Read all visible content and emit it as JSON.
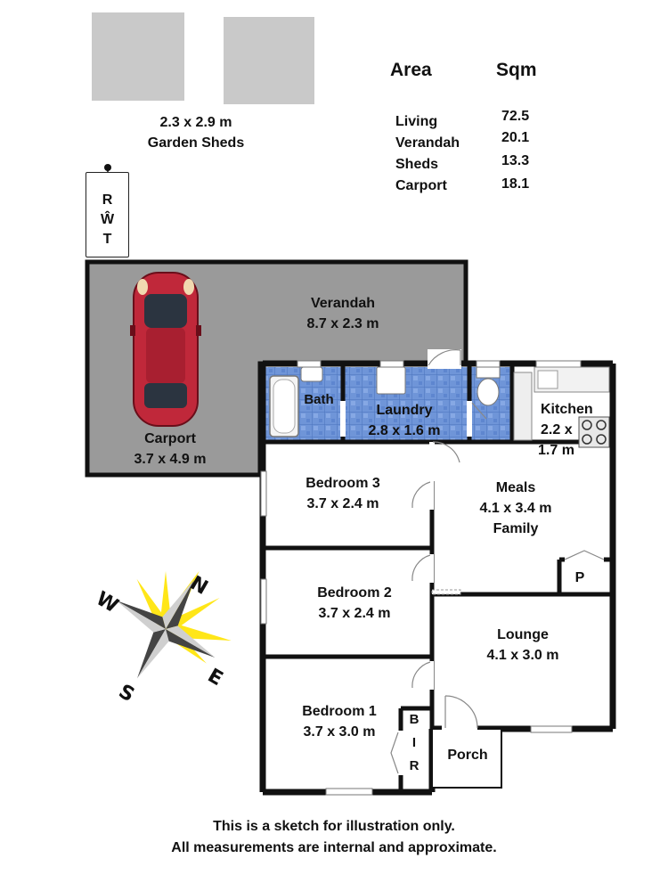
{
  "sheds": {
    "size": "2.3 x 2.9 m",
    "label": "Garden Sheds"
  },
  "area_table": {
    "header_area": "Area",
    "header_sqm": "Sqm",
    "rows": [
      {
        "name": "Living",
        "sqm": "72.5"
      },
      {
        "name": "Verandah",
        "sqm": "20.1"
      },
      {
        "name": "Sheds",
        "sqm": "13.3"
      },
      {
        "name": "Carport",
        "sqm": "18.1"
      }
    ]
  },
  "rwt": {
    "l1": "R",
    "l2": "Ŵ",
    "l3": "T"
  },
  "rooms": {
    "verandah": {
      "name": "Verandah",
      "size": "8.7 x 2.3 m"
    },
    "carport": {
      "name": "Carport",
      "size": "3.7 x 4.9 m"
    },
    "bath": {
      "name": "Bath"
    },
    "laundry": {
      "name": "Laundry",
      "size": "2.8 x 1.6 m"
    },
    "kitchen": {
      "name": "Kitchen",
      "size_a": "2.2 x",
      "size_b": "1.7 m"
    },
    "bedroom3": {
      "name": "Bedroom 3",
      "size": "3.7 x 2.4 m"
    },
    "meals": {
      "name": "Meals",
      "size": "4.1 x 3.4 m",
      "sub": "Family"
    },
    "pantry": {
      "name": "P"
    },
    "bedroom2": {
      "name": "Bedroom 2",
      "size": "3.7 x 2.4 m"
    },
    "lounge": {
      "name": "Lounge",
      "size": "4.1 x 3.0 m"
    },
    "bedroom1": {
      "name": "Bedroom 1",
      "size": "3.7 x 3.0 m"
    },
    "bir": {
      "l1": "B",
      "l2": "I",
      "l3": "R"
    },
    "porch": {
      "name": "Porch"
    }
  },
  "compass": {
    "n": "N",
    "e": "E",
    "s": "S",
    "w": "W"
  },
  "footer": {
    "line1": "This is a sketch for illustration only.",
    "line2": "All measurements are internal and approximate."
  },
  "colors": {
    "carport_fill": "#9a9a9a",
    "wet_area_fill": "#6f95d8",
    "shed_fill": "#c9c9c9",
    "wall": "#111111",
    "car_body": "#c0283a",
    "compass_glow": "#ffe400"
  }
}
